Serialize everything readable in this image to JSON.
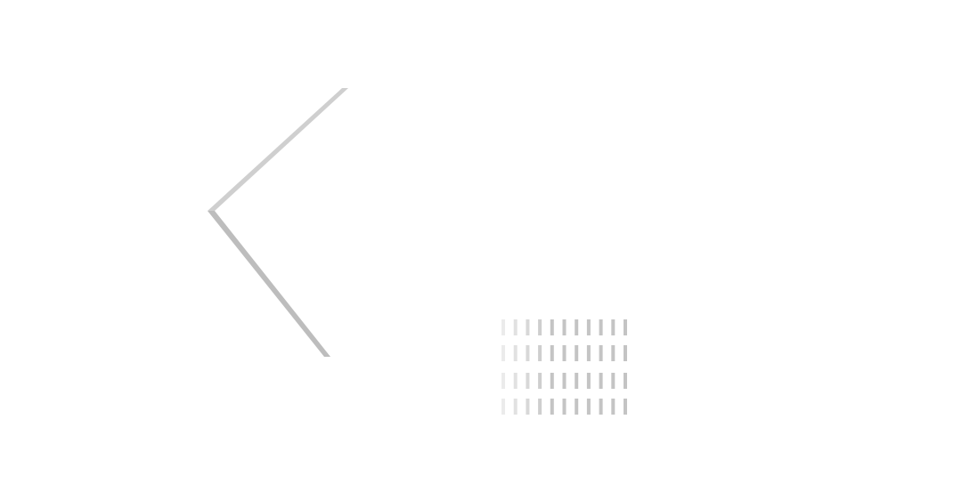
{
  "page": {
    "background": "#ffffff"
  },
  "decoration": {
    "chevron": {
      "icon": "chevron-left-icon",
      "upper_color": "#cfcfcf",
      "lower_color": "#bdbdbd"
    },
    "dash_grid": {
      "icon": "dashed-grid-pattern",
      "rows": 4,
      "columns": 11,
      "start_color": "#ebebeb",
      "end_color": "#c4c4c4"
    }
  }
}
